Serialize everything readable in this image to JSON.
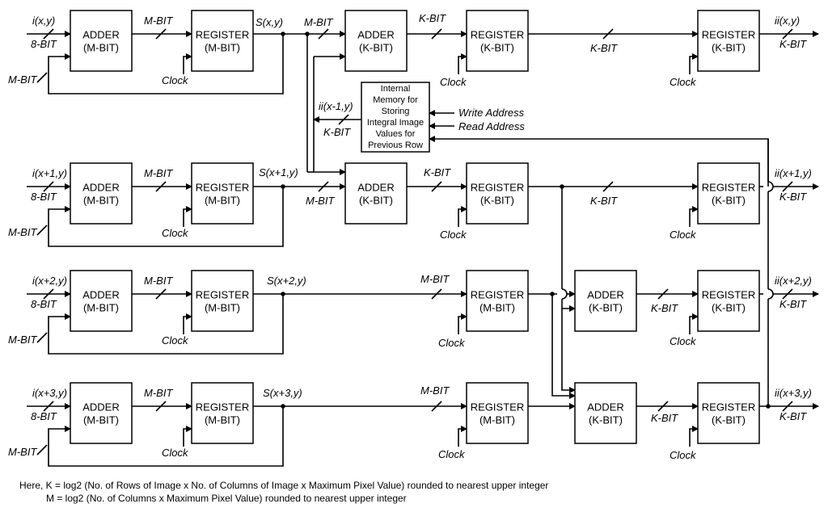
{
  "blocks": {
    "adder_m_l1": "ADDER",
    "adder_m_l2": "(M-BIT)",
    "adder_k_l1": "ADDER",
    "adder_k_l2": "(K-BIT)",
    "reg_m_l1": "REGISTER",
    "reg_m_l2": "(M-BIT)",
    "reg_k_l1": "REGISTER",
    "reg_k_l2": "(K-BIT)"
  },
  "memory": [
    "Internal",
    "Memory for",
    "Storing",
    "Integral Image",
    "Values for",
    "Previous Row"
  ],
  "labels": {
    "clock": "Clock",
    "m_bit": "M-BIT",
    "k_bit": "K-BIT",
    "eight_bit": "8-BIT",
    "write_address": "Write Address",
    "read_address": "Read Address",
    "ii_prev": "ii(x-1,y)"
  },
  "rows": [
    {
      "input": "i(x,y)",
      "sum": "S(x,y)",
      "output": "ii(x,y)"
    },
    {
      "input": "i(x+1,y)",
      "sum": "S(x+1,y)",
      "output": "ii(x+1,y)"
    },
    {
      "input": "i(x+2,y)",
      "sum": "S(x+2,y)",
      "output": "ii(x+2,y)"
    },
    {
      "input": "i(x+3,y)",
      "sum": "S(x+3,y)",
      "output": "ii(x+3,y)"
    }
  ],
  "notes": [
    "Here, K = log2 (No. of Rows of Image x No. of Columns of Image x Maximum Pixel Value) rounded to nearest upper integer",
    "M = log2 (No. of Columns x Maximum Pixel Value) rounded to nearest upper integer"
  ]
}
